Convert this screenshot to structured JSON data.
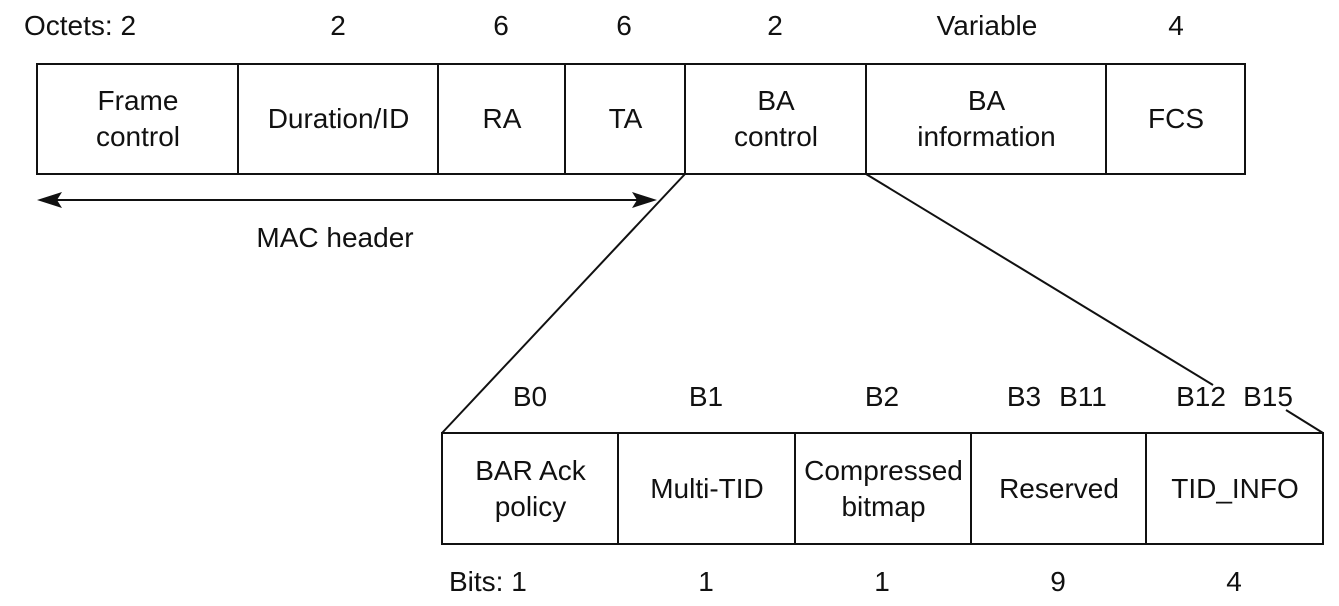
{
  "frame": {
    "octets_prefix": "Octets: 2",
    "octets": [
      "2",
      "6",
      "6",
      "2",
      "Variable",
      "4"
    ],
    "fields": [
      {
        "line1": "Frame",
        "line2": "control"
      },
      {
        "line1": "Duration/ID",
        "line2": ""
      },
      {
        "line1": "RA",
        "line2": ""
      },
      {
        "line1": "TA",
        "line2": ""
      },
      {
        "line1": "BA",
        "line2": "control"
      },
      {
        "line1": "BA",
        "line2": "information"
      },
      {
        "line1": "FCS",
        "line2": ""
      }
    ],
    "mac_header_label": "MAC header"
  },
  "ba_control": {
    "bit_positions": [
      "B0",
      "B1",
      "B2",
      "B3",
      "B11",
      "B12",
      "B15"
    ],
    "fields": [
      {
        "line1": "BAR Ack",
        "line2": "policy"
      },
      {
        "line1": "Multi-TID",
        "line2": ""
      },
      {
        "line1": "Compressed",
        "line2": "bitmap"
      },
      {
        "line1": "Reserved",
        "line2": ""
      },
      {
        "line1": "TID_INFO",
        "line2": ""
      }
    ],
    "bits_prefix": "Bits: 1",
    "bits": [
      "1",
      "1",
      "9",
      "4"
    ]
  }
}
